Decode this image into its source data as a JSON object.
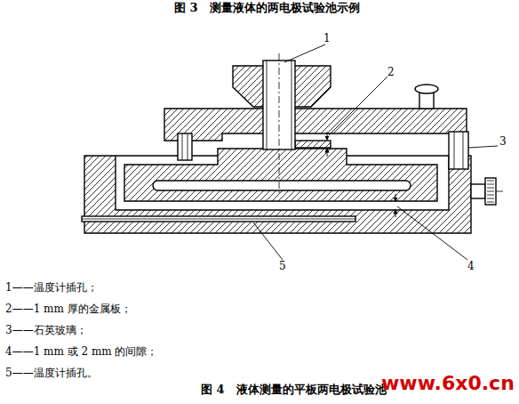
{
  "diagram": {
    "title": "图 3　测量液体的两电极试验池示例",
    "caption": "图 4　液体测量的平板两电极试验池",
    "labels": [
      "1",
      "2",
      "3",
      "4",
      "5",
      "1——温度计插孔；",
      "2——1 mm 厚的金属板；",
      "3——石英玻璃；",
      "4——1 mm 或 2 mm 的间隙；",
      "5——温度计插孔。",
      "www.6x0.cn"
    ]
  }
}
